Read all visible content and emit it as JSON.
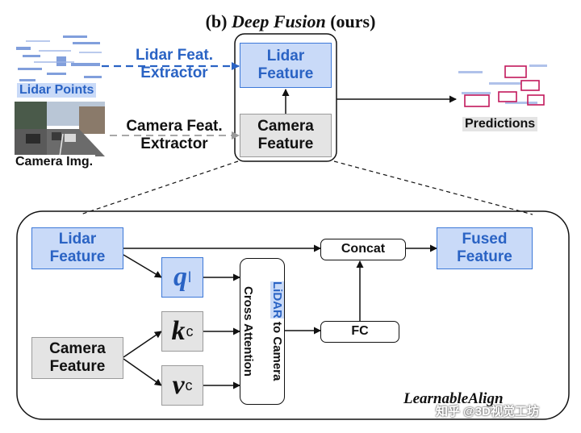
{
  "title": {
    "prefix": "(b) ",
    "name": "Deep Fusion",
    "suffix": " (ours)"
  },
  "top": {
    "lidar_points_label": "Lidar Points",
    "camera_img_label": "Camera Img.",
    "lidar_extractor_label": "Lidar Feat.\nExtractor",
    "camera_extractor_label": "Camera Feat.\nExtractor",
    "lidar_feature_label": "Lidar\nFeature",
    "camera_feature_label": "Camera\nFeature",
    "predictions_label": "Predictions"
  },
  "detail": {
    "lidar_feature_label": "Lidar\nFeature",
    "camera_feature_label": "Camera\nFeature",
    "q_label": "q",
    "q_sup": "l",
    "k_label": "k",
    "k_sup": "c",
    "v_label": "v",
    "v_sup": "c",
    "attention_highlight": "LiDAR",
    "attention_rest": " to Camera",
    "attention_line2": "Cross Attention",
    "concat_label": "Concat",
    "fc_label": "FC",
    "fused_feature_label": "Fused\nFeature",
    "learnable_align_label": "LearnableAlign"
  },
  "watermark": "知乎 @3D视觉工坊",
  "colors": {
    "accent_blue": "#3c78d8",
    "blue_fill": "#c9daf8",
    "gray_fill": "#e4e4e4"
  }
}
